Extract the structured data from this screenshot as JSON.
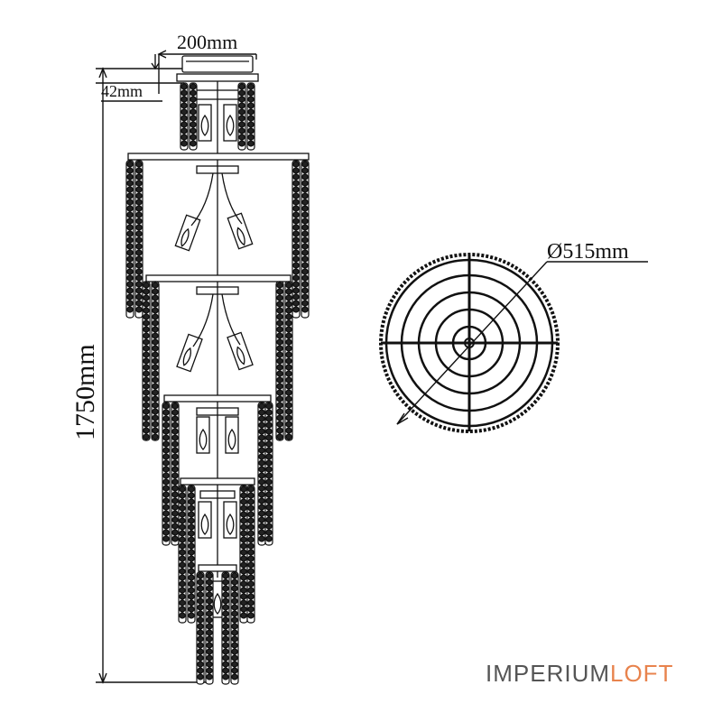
{
  "dimensions": {
    "top_width": "200mm",
    "canopy_height": "42mm",
    "total_height": "1750mm",
    "diameter": "Ø515mm"
  },
  "brand": {
    "part1": "IMPERIUM",
    "part2": "LOFT",
    "color_part1": "#555555",
    "color_part2": "#e8834d"
  },
  "colors": {
    "line": "#111111",
    "background": "#ffffff"
  }
}
